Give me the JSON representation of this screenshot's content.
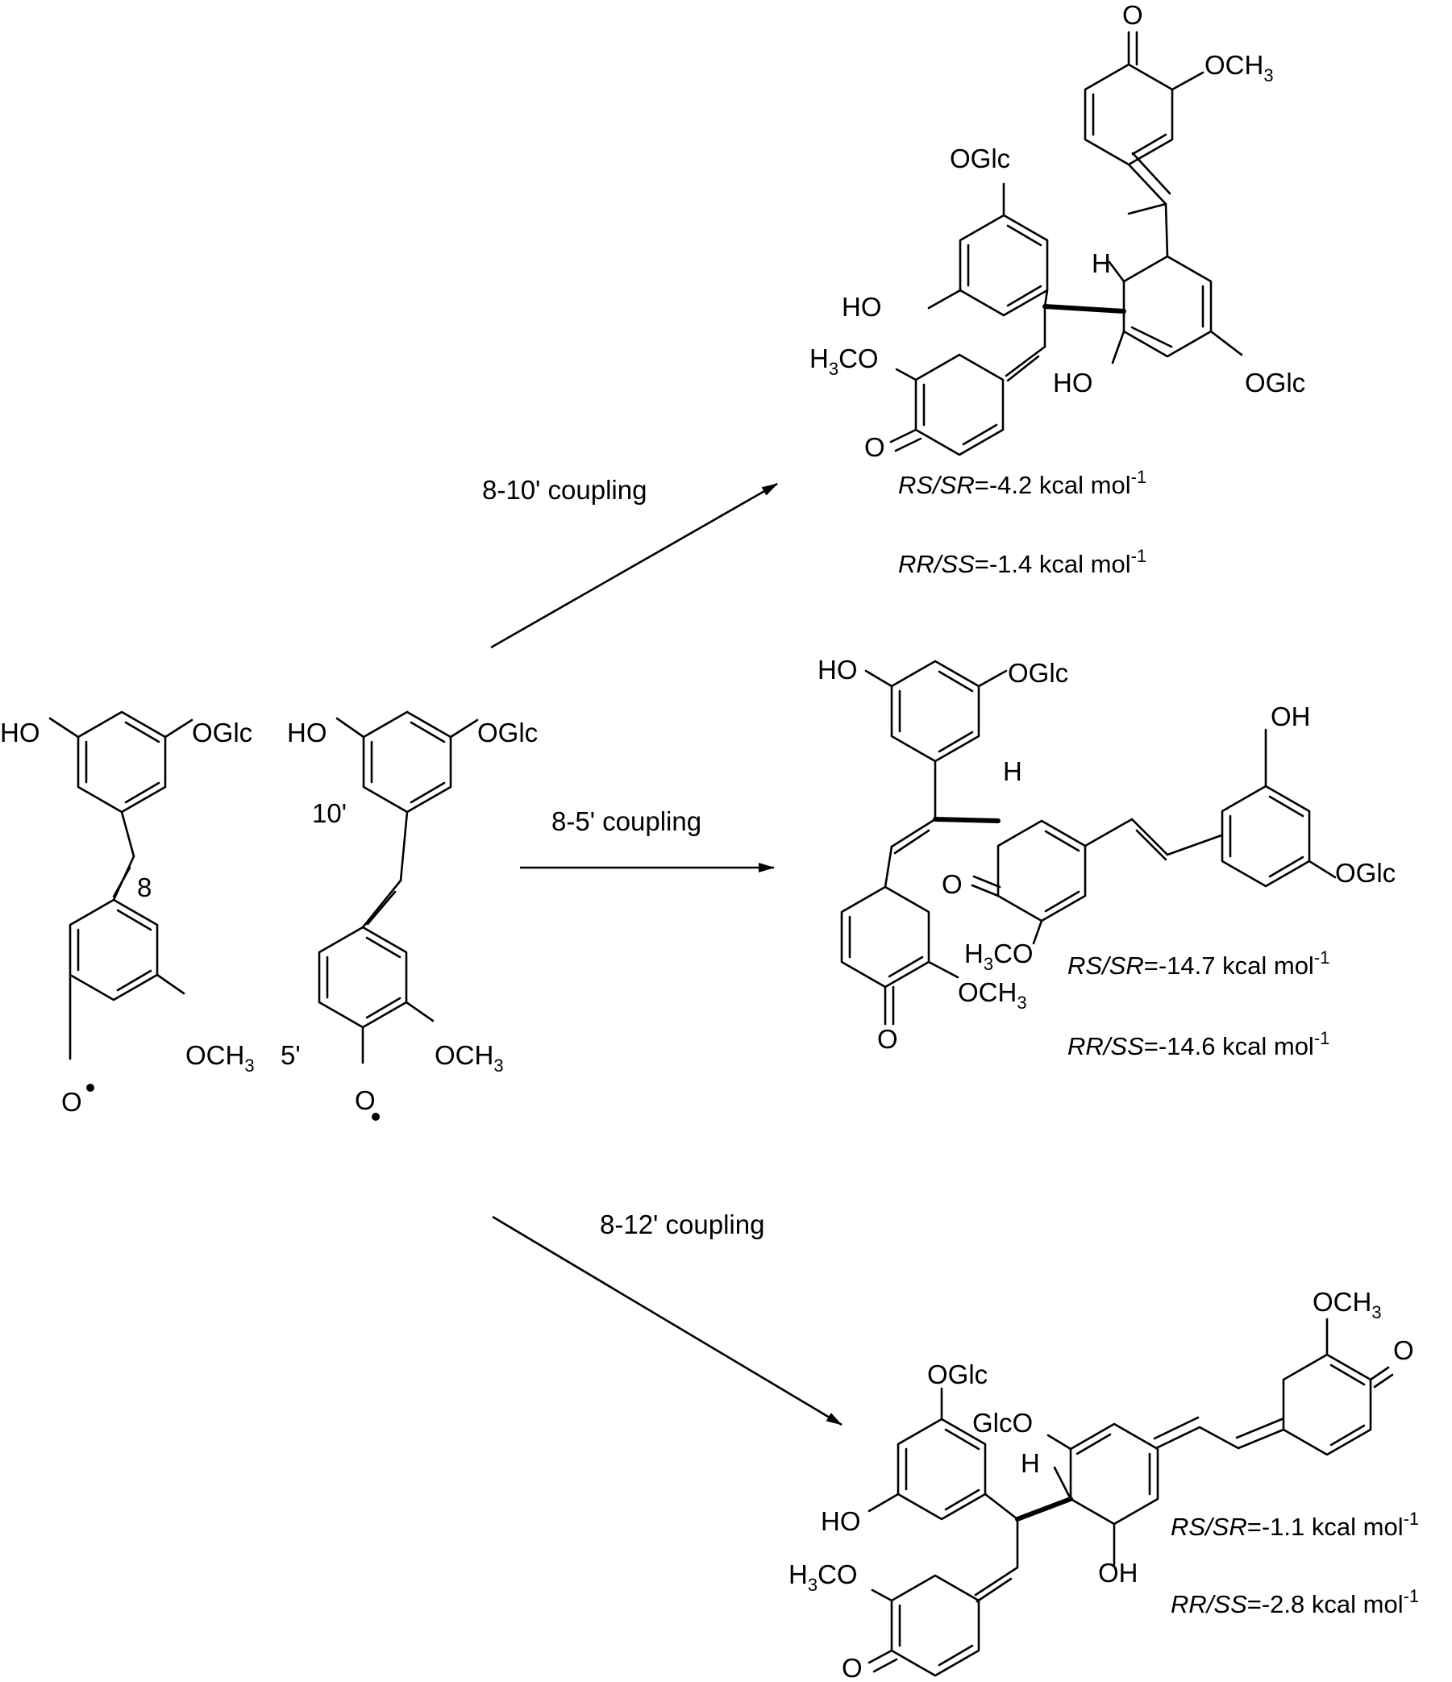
{
  "radicals": {
    "left": {
      "hydroxyl": "HO",
      "glucoside": "OGlc",
      "methoxy": "OCH",
      "methoxy_subscript": "3",
      "oxygen": "O",
      "position_label": "8"
    },
    "right": {
      "hydroxyl": "HO",
      "glucoside": "OGlc",
      "methoxy": "OCH",
      "methoxy_subscript": "3",
      "oxygen": "O",
      "position_label_a": "10'",
      "position_label_b": "5'"
    }
  },
  "pathways": [
    {
      "label": "8-10' coupling",
      "product": {
        "atoms": [
          "O",
          "OCH",
          "OGlc",
          "HO",
          "H",
          "H",
          "CO",
          "HO",
          "OGlc",
          "O"
        ],
        "subscript": "3",
        "energies": [
          {
            "stereo": "RS/SR",
            "value": "=-4.2 kcal mol",
            "exponent": "-1"
          },
          {
            "stereo": "RR/SS",
            "value": "=-1.4 kcal mol",
            "exponent": "-1"
          }
        ]
      }
    },
    {
      "label": "8-5' coupling",
      "product": {
        "atoms": [
          "HO",
          "OGlc",
          "OH",
          "H",
          "O",
          "OGlc",
          "H",
          "CO",
          "OCH",
          "O"
        ],
        "subscript": "3",
        "energies": [
          {
            "stereo": "RS/SR",
            "value": "=-14.7 kcal mol",
            "exponent": "-1"
          },
          {
            "stereo": "RR/SS",
            "value": "=-14.6 kcal mol",
            "exponent": "-1"
          }
        ]
      }
    },
    {
      "label": "8-12' coupling",
      "product": {
        "atoms": [
          "OCH",
          "O",
          "OGlc",
          "GlcO",
          "H",
          "HO",
          "OH",
          "H",
          "CO",
          "O"
        ],
        "subscript": "3",
        "energies": [
          {
            "stereo": "RS/SR",
            "value": "=-1.1 kcal mol",
            "exponent": "-1"
          },
          {
            "stereo": "RR/SS",
            "value": "=-2.8 kcal mol",
            "exponent": "-1"
          }
        ]
      }
    }
  ]
}
